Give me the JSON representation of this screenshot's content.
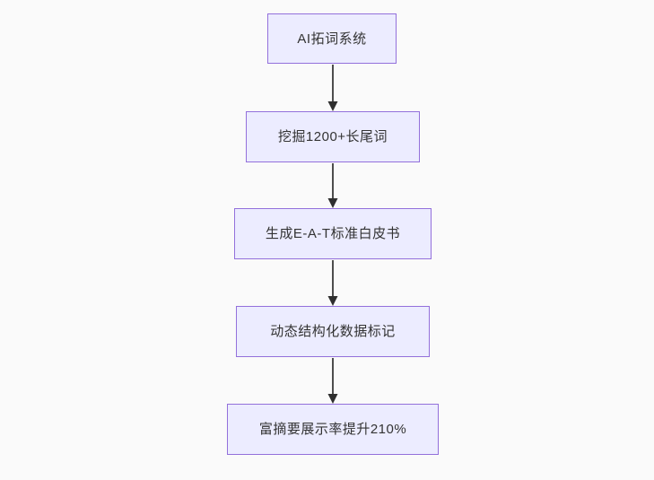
{
  "page": {
    "background_color": "#fafafa"
  },
  "flowchart": {
    "type": "flowchart",
    "direction": "top-down",
    "style": {
      "node_fill": "#ECECFF",
      "node_border": "#9370DB",
      "text_color": "#333333",
      "edge_color": "#4d4d4d",
      "arrowhead_color": "#2e2e2e"
    },
    "nodes": [
      {
        "id": "ai-word-system",
        "label": "AI拓词系统"
      },
      {
        "id": "longtail-mining",
        "label": "挖掘1200+长尾词"
      },
      {
        "id": "eat-whitepaper",
        "label": "生成E-A-T标准白皮书"
      },
      {
        "id": "structured-data",
        "label": "动态结构化数据标记"
      },
      {
        "id": "rich-snippet-uplift",
        "label": "富摘要展示率提升210%"
      }
    ],
    "edges": [
      {
        "from": "ai-word-system",
        "to": "longtail-mining"
      },
      {
        "from": "longtail-mining",
        "to": "eat-whitepaper"
      },
      {
        "from": "eat-whitepaper",
        "to": "structured-data"
      },
      {
        "from": "structured-data",
        "to": "rich-snippet-uplift"
      }
    ]
  }
}
